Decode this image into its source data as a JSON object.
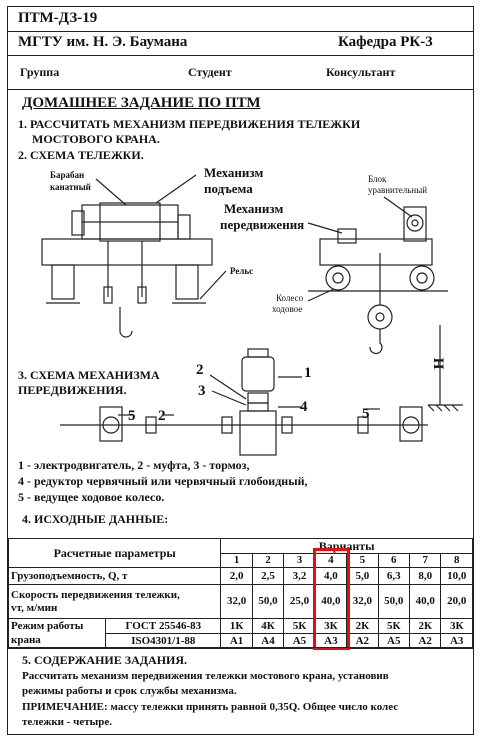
{
  "header": {
    "doc_code": "ПТМ-ДЗ-19",
    "university": "МГТУ им. Н. Э. Баумана",
    "department": "Кафедра РК-3",
    "group_label": "Группа",
    "student_label": "Студент",
    "consultant_label": "Консультант"
  },
  "title": "ДОМАШНЕЕ ЗАДАНИЕ ПО ПТМ",
  "section1": {
    "line1": "1. РАССЧИТАТЬ МЕХАНИЗМ  ПЕРЕДВИЖЕНИЯ ТЕЛЕЖКИ",
    "line2": "МОСТОВОГО  КРАНА."
  },
  "section2": {
    "heading": "2. СХЕМА ТЕЛЕЖКИ.",
    "labels": {
      "drum1": "Барабан",
      "drum2": "канатный",
      "lift1": "Механизм",
      "lift2": "подъема",
      "travel1": "Механизм",
      "travel2": "передвижения",
      "block1": "Блок",
      "block2": "уравнительный",
      "rail": "Рельс",
      "wheel1": "Колесо",
      "wheel2": "ходовое",
      "height": "H"
    }
  },
  "section3": {
    "heading1": "3. СХЕМА МЕХАНИЗМА",
    "heading2": "ПЕРЕДВИЖЕНИЯ.",
    "callouts": [
      "1",
      "2",
      "3",
      "4",
      "5",
      "5",
      "2"
    ],
    "legend1": "1 - электродвигатель, 2 - муфта, 3 - тормоз,",
    "legend2": "4 - редуктор червячный или червячный глобоидный,",
    "legend3": "5 - ведущее ходовое колесо."
  },
  "section4": {
    "heading": "4. ИСХОДНЫЕ ДАННЫЕ:",
    "params_header": "Расчетные параметры",
    "variants_header": "Варианты",
    "variants": [
      "1",
      "2",
      "3",
      "4",
      "5",
      "6",
      "7",
      "8"
    ],
    "rows": [
      {
        "label": "Грузоподъемность, Q, т",
        "values": [
          "2,0",
          "2,5",
          "3,2",
          "4,0",
          "5,0",
          "6,3",
          "8,0",
          "10,0"
        ]
      },
      {
        "label1": "Скорость передвижения тележки,",
        "label2": "vт, м/мин",
        "values": [
          "32,0",
          "50,0",
          "25,0",
          "40,0",
          "32,0",
          "50,0",
          "40,0",
          "20,0"
        ]
      }
    ],
    "mode_label1": "Режим работы",
    "mode_label2": "крана",
    "gost_label": "ГОСТ 25546-83",
    "iso_label": "ISO4301/1-88",
    "gost_values": [
      "1К",
      "4К",
      "5К",
      "3К",
      "2К",
      "5К",
      "2К",
      "3К"
    ],
    "iso_values": [
      "А1",
      "А4",
      "А5",
      "А3",
      "А2",
      "А5",
      "А2",
      "А3"
    ],
    "highlight_color": "#e01010"
  },
  "section5": {
    "heading": "5. СОДЕРЖАНИЕ ЗАДАНИЯ.",
    "text1": "Рассчитать механизм передвижения тележки мостового крана, установив",
    "text2": "режимы работы и срок службы механизма.",
    "note1": "ПРИМЕЧАНИЕ:  массу тележки принять равной 0,35Q. Общее число колес",
    "note2": "тележки - четыре."
  }
}
